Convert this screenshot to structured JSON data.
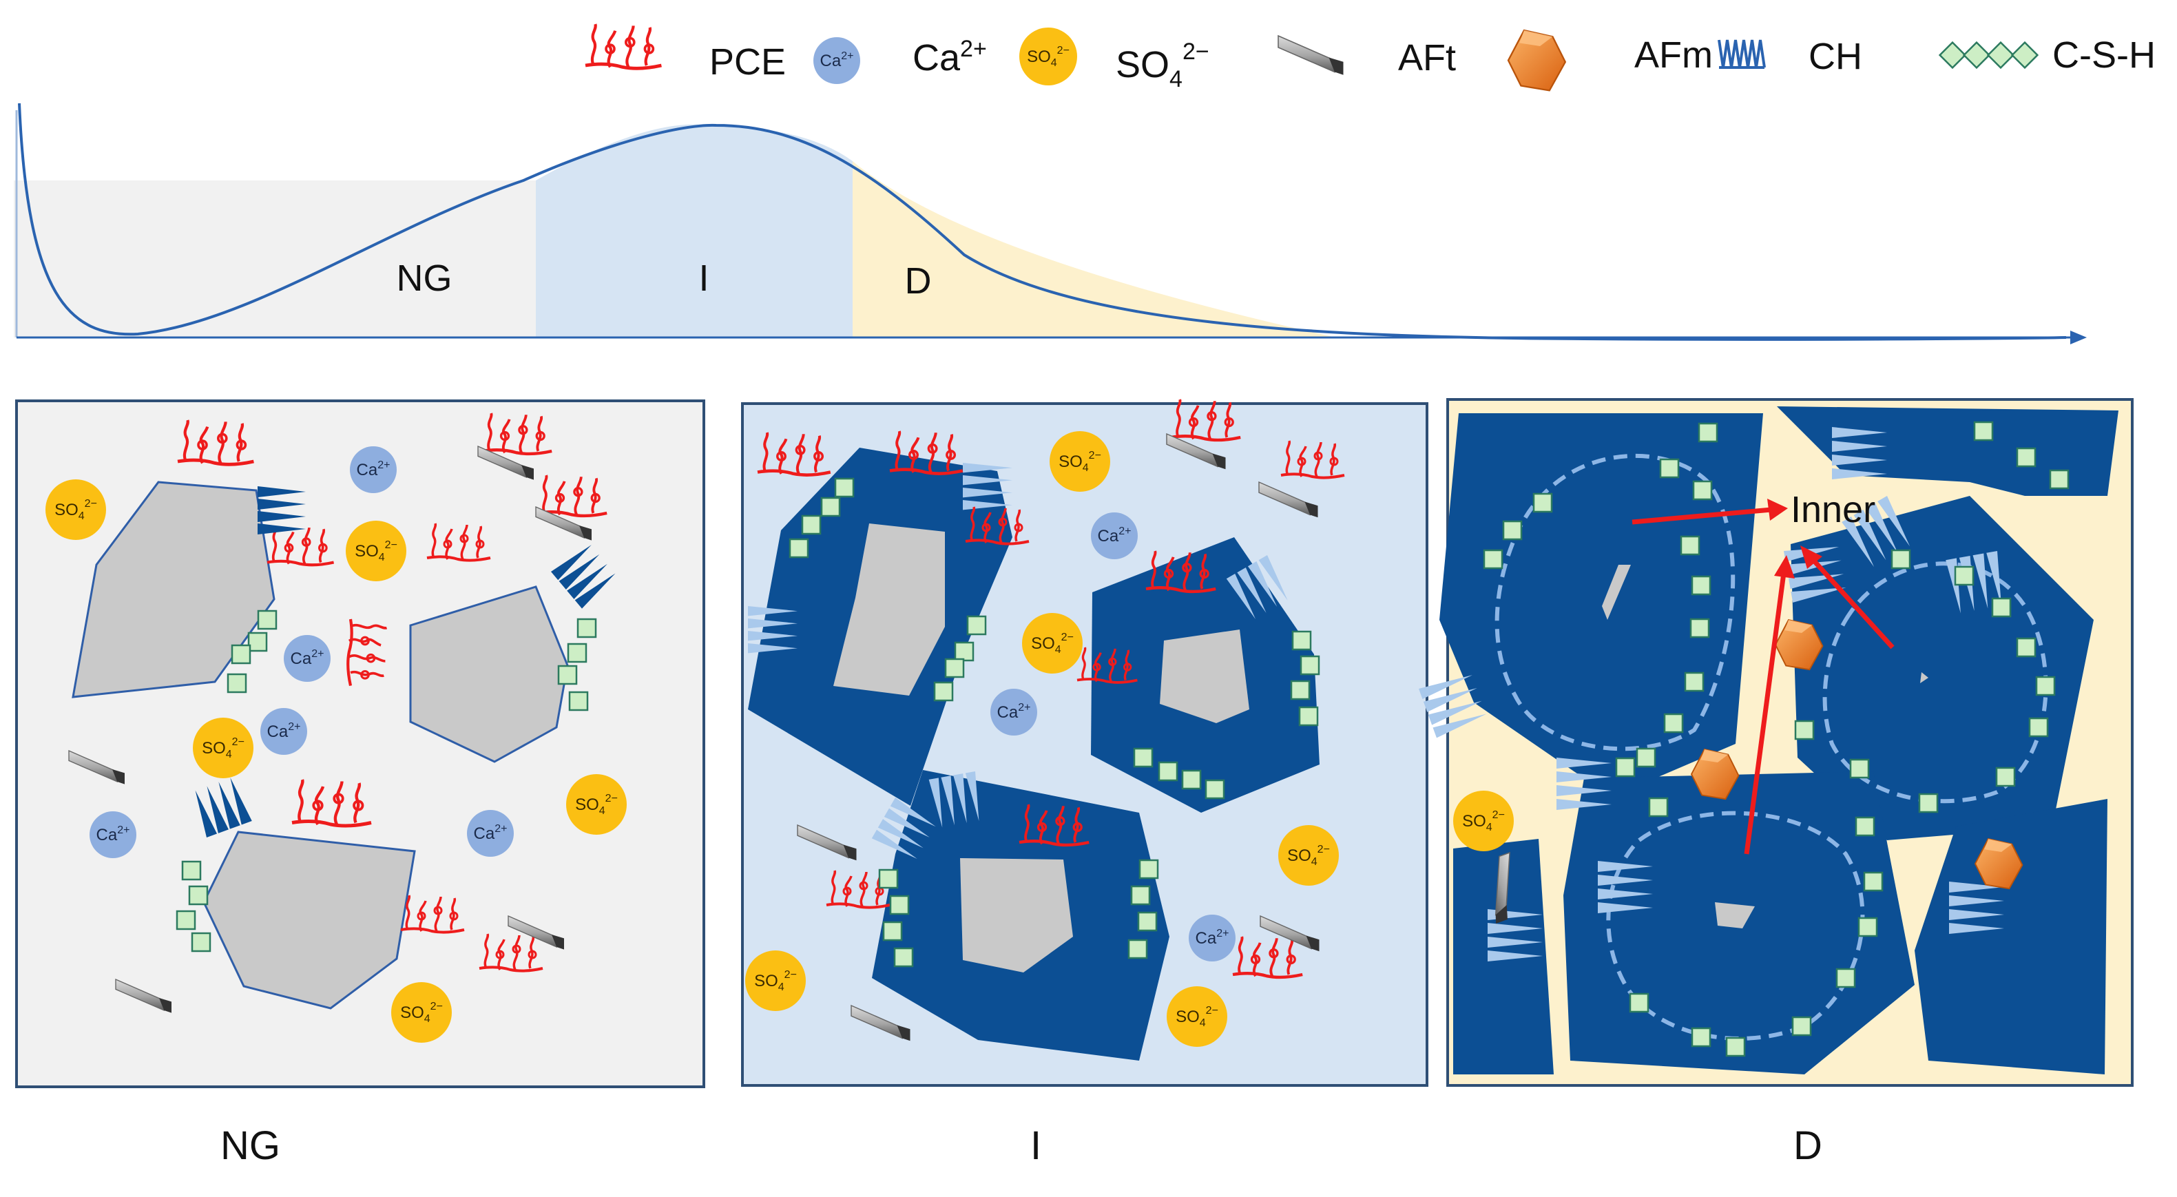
{
  "legend": {
    "pce": "PCE",
    "ca": "Ca",
    "ca_sup": "2+",
    "so4": "SO",
    "so4_sub": "4",
    "so4_sup": "2−",
    "aft": "AFt",
    "afm": "AFm",
    "ch": "CH",
    "csh": "C-S-H"
  },
  "ion_badges": {
    "ca_text": "Ca",
    "ca_sup": "2+",
    "so4_text": "SO",
    "so4_sub": "4",
    "so4_sup": "2−"
  },
  "curve": {
    "stage_ng": "NG",
    "stage_i": "I",
    "stage_d": "D"
  },
  "panels": {
    "ng_label": "NG",
    "i_label": "I",
    "d_label": "D",
    "inner_label": "Inner"
  },
  "colors": {
    "ng_bg": "#f1f1f1",
    "i_bg": "#d6e4f3",
    "d_bg": "#fdf1cd",
    "hydrate_dark": "#0c4f94",
    "ch_light": "#a9c9ec",
    "csh_green": "#cdeec5",
    "ca_blue": "#8eaedf",
    "so4_yellow": "#fbbf13",
    "pce_red": "#ee1c1c",
    "afm_orange": "#f07d24",
    "curve_blue": "#2a63b0"
  }
}
